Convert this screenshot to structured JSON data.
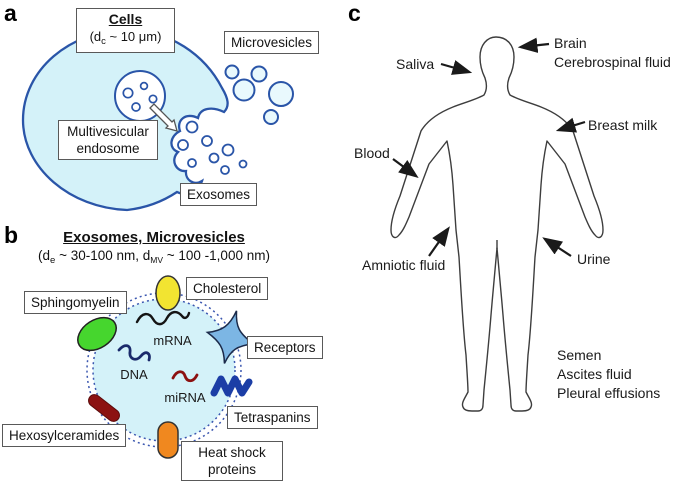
{
  "figure": {
    "panel_a": {
      "letter": "a",
      "cells_title": "Cells",
      "cells_size_p1": "(d",
      "cells_size_sub": "c",
      "cells_size_p2": " ~ 10 μm)",
      "microvesicles": "Microvesicles",
      "multivesicular_l1": "Multivesicular",
      "multivesicular_l2": "endosome",
      "exosomes": "Exosomes"
    },
    "panel_b": {
      "letter": "b",
      "title": "Exosomes, Microvesicles",
      "subtitle_p1": "(d",
      "subtitle_sub1": "e",
      "subtitle_p2": " ~ 30-100 nm, d",
      "subtitle_sub2": "MV",
      "subtitle_p3": " ~ 100 -1,000 nm)",
      "sphingomyelin": "Sphingomyelin",
      "cholesterol": "Cholesterol",
      "receptors": "Receptors",
      "tetraspanins": "Tetraspanins",
      "hexosylceramides": "Hexosylceramides",
      "heat_shock_l1": "Heat shock",
      "heat_shock_l2": "proteins",
      "mrna": "mRNA",
      "dna": "DNA",
      "mirna": "miRNA"
    },
    "panel_c": {
      "letter": "c",
      "saliva": "Saliva",
      "brain": "Brain",
      "cerebrospinal": "Cerebrospinal fluid",
      "breast_milk": "Breast milk",
      "blood": "Blood",
      "amniotic_fluid": "Amniotic fluid",
      "urine": "Urine",
      "fluids_l1": "Semen",
      "fluids_l2": "Ascites fluid",
      "fluids_l3": "Pleural effusions"
    }
  },
  "colors": {
    "cell_fill": "#d4f2f9",
    "pale_vesicle_fill": "#e9f9fd",
    "membrane_blue": "#2a55a8",
    "dotted_ring_blue": "#3b57b0",
    "cholesterol_yellow": "#f2e431",
    "sphingomyelin_green": "#46d62e",
    "receptor_blue": "#7cb6e4",
    "tetraspanin_blue": "#1c3ea6",
    "hexosylceramide_red": "#8c1212",
    "heat_shock_orange": "#f0881f",
    "mrna_black": "#141414",
    "dna_navy": "#1a2a6b",
    "mirna_red": "#8c1111",
    "body_outline": "#3d3d3d",
    "arrow_black": "#1a1a1a",
    "white": "#ffffff"
  }
}
